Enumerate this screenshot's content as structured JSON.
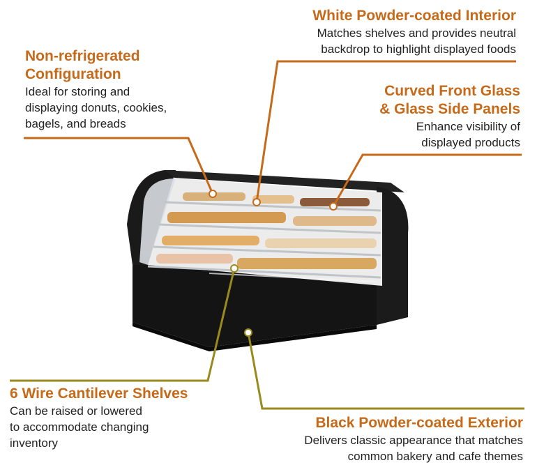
{
  "colors": {
    "heading": "#c66a1a",
    "leader_orange": "#c66a1a",
    "leader_olive": "#9a8a1e",
    "body_text": "#222222",
    "case_exterior": "#111111"
  },
  "callouts": {
    "white_interior": {
      "title": "White Powder-coated Interior",
      "desc": "Matches shelves and provides neutral\nbackdrop to highlight displayed foods"
    },
    "non_refrigerated": {
      "title": "Non-refrigerated\nConfiguration",
      "desc": "Ideal for storing and\ndisplaying donuts, cookies,\nbagels, and breads"
    },
    "curved_glass": {
      "title": "Curved Front Glass\n& Glass Side Panels",
      "desc": "Enhance visibility of\ndisplayed products"
    },
    "wire_shelves": {
      "title": "6 Wire Cantilever Shelves",
      "desc": "Can be raised or lowered\nto accommodate changing\ninventory"
    },
    "black_exterior": {
      "title": "Black Powder-coated Exterior",
      "desc": "Delivers classic appearance that matches\ncommon bakery and cafe themes"
    }
  }
}
